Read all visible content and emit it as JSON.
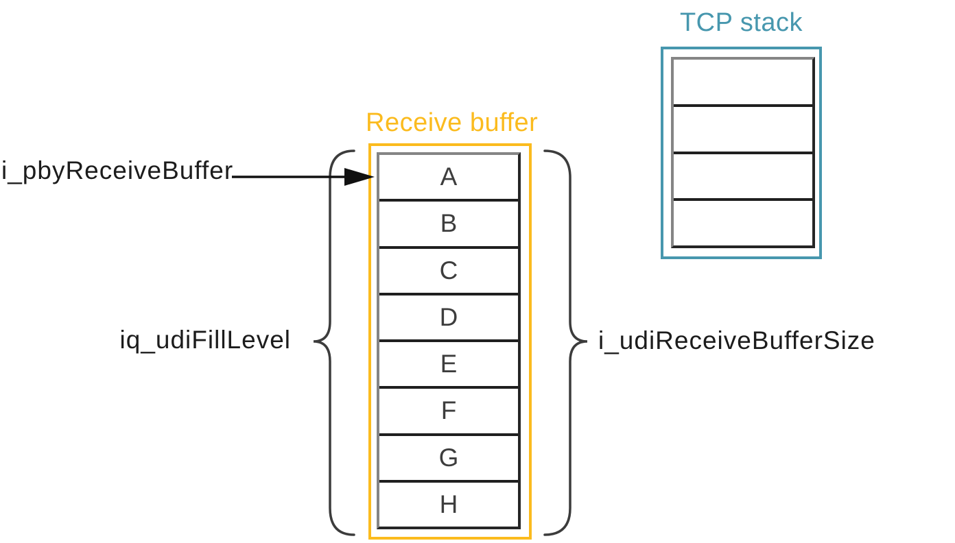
{
  "diagram": {
    "receive_buffer": {
      "title": "Receive buffer",
      "cells": [
        "A",
        "B",
        "C",
        "D",
        "E",
        "F",
        "G",
        "H"
      ]
    },
    "tcp_stack": {
      "title": "TCP stack",
      "cells": [
        "",
        "",
        "",
        ""
      ]
    },
    "labels": {
      "pointer": "i_pbyReceiveBuffer",
      "fill_level": "iq_udiFillLevel",
      "buffer_size": "i_udiReceiveBufferSize"
    },
    "colors": {
      "buffer_accent": "#FBBB1E",
      "tcp_accent": "#4797AE",
      "cell_border_dark": "#1f1f1f",
      "cell_border_shadow": "#858585",
      "cell_text": "#3d3d3d",
      "label_text": "#1c1c1c",
      "background": "#ffffff"
    }
  }
}
